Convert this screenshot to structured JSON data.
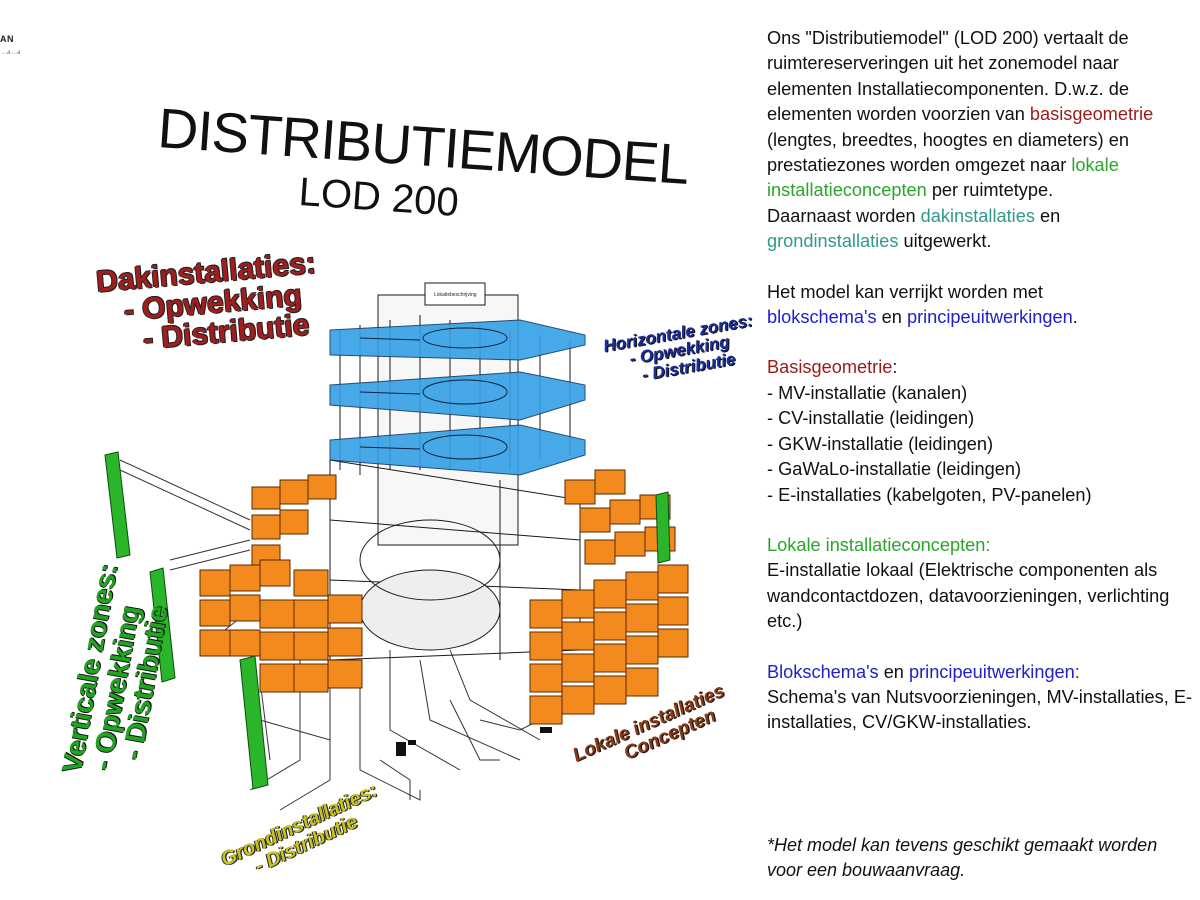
{
  "logo": {
    "text": "AN",
    "sub": "...a ...a"
  },
  "title": {
    "line1": "DISTRIBUTIEMODEL",
    "line2": "LOD 200"
  },
  "labels": {
    "dakinstallaties": "Dakinstallaties:\n   - Opwekking\n     - Distributie",
    "horizontale": "Horizontale zones:\n     - Opwekking\n       - Distributie",
    "verticale": "Verticale zones:\n - Opwekking\n   - Distributie",
    "grond": "Grondinstallaties:\n     - Distributie",
    "lokale": "Lokale installaties\n         Concepten"
  },
  "model": {
    "roof_tag": "Lokatiebeschrijving",
    "colors": {
      "blue": "#35a0e6",
      "orange": "#f28a1e",
      "green": "#2bb52b",
      "line": "#1a1a1a"
    }
  },
  "intro": {
    "p1": "Ons \"Distributiemodel\" (LOD 200)  vertaalt de ruimtereserveringen uit het zonemodel naar elementen Installatiecomponenten. D.w.z. de elementen worden voorzien van ",
    "basis": "basisgeometrie",
    "p2": " (lengtes, breedtes, hoogtes en diameters) en prestatiezones worden omgezet naar ",
    "lokale": "lokale installatieconcepten",
    "p3": " per ruimtetype.",
    "p4": "Daarnaast worden ",
    "dak": "dakinstallaties",
    "p5": " en",
    "grond": "grondinstallaties",
    "p6": " uitgewerkt."
  },
  "verrijkt": {
    "p1": "Het model kan verrijkt worden met",
    "blok": "blokschema's",
    "en": " en ",
    "principe": "principeuitwerkingen",
    "end": "."
  },
  "basisgeometrie": {
    "heading": "Basisgeometrie",
    "colon": ":",
    "items": [
      "- MV-installatie (kanalen)",
      "- CV-installatie (leidingen)",
      "- GKW-installatie (leidingen)",
      "- GaWaLo-installatie (leidingen)",
      "- E-installaties (kabelgoten, PV-panelen)"
    ]
  },
  "lokaal": {
    "heading": "Lokale installatieconcepten:",
    "body": "E-installatie lokaal (Elektrische componenten als wandcontactdozen, datavoorzieningen, verlichting etc.)"
  },
  "blokschema": {
    "blok": "Blokschema's",
    "en": " en ",
    "principe": "principeuitwerkingen:",
    "body": "Schema's van Nutsvoorzieningen, MV-installaties, E-installaties, CV/GKW-installaties."
  },
  "footnote": "*Het model kan tevens geschikt gemaakt worden voor een bouwaanvraag."
}
